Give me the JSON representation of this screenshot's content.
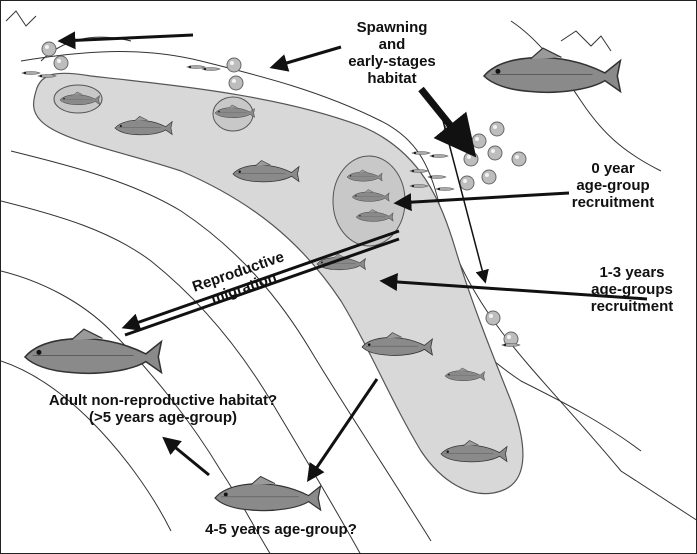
{
  "labels": {
    "spawning": [
      "Spawning",
      "and",
      "early-stages",
      "habitat"
    ],
    "zero_year": [
      "0 year",
      "age-group",
      "recruitment"
    ],
    "one_three": [
      "1-3 years",
      "age-groups",
      "recruitment"
    ],
    "reproductive": [
      "Reproductive",
      "migration"
    ],
    "adult": [
      "Adult non-reproductive habitat?",
      "(>5 years age-group)"
    ],
    "four_five": "4-5 years age-group?"
  },
  "icons": {
    "fish": "fish-icon",
    "egg": "egg-icon",
    "larva": "larva-icon"
  },
  "colors": {
    "habitat_fill": "#d8d8d8",
    "fish_body": "#8a8a8a",
    "egg_fill": "#bdbdbd",
    "arrow": "#111111",
    "contour": "#333333"
  }
}
